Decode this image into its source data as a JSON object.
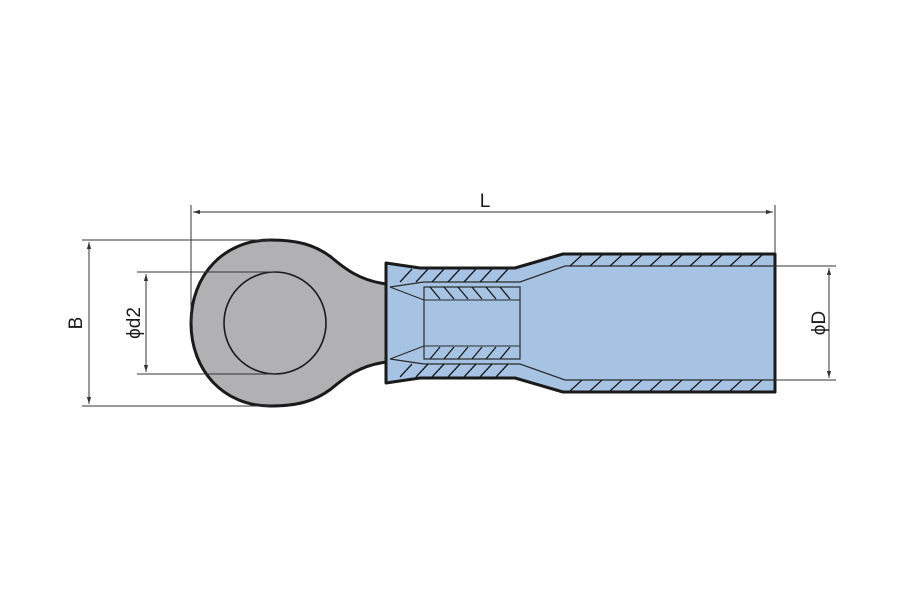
{
  "diagram": {
    "labels": {
      "length": "L",
      "width": "B",
      "hole_diameter": "ϕd2",
      "sleeve_diameter": "ϕD"
    },
    "colors": {
      "ring": "#b1b1b3",
      "insulation": "#a7c3e4",
      "outline": "#1a1a1a",
      "dimension_line": "#333333",
      "background": "#ffffff"
    }
  }
}
